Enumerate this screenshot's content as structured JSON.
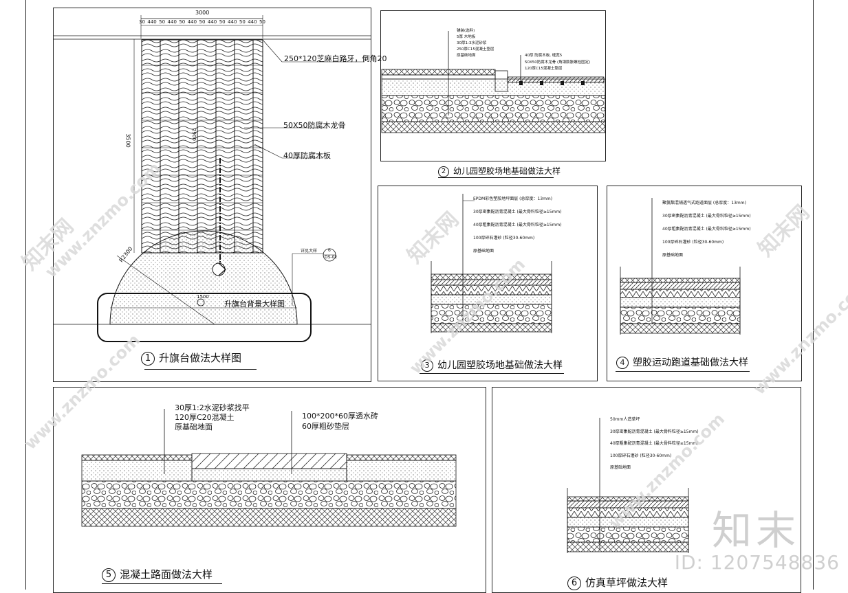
{
  "panel1": {
    "dim_top": "3000",
    "dim_segments": [
      "30",
      "440",
      "50",
      "440",
      "50",
      "440",
      "50",
      "440",
      "50",
      "440",
      "50",
      "440",
      "50"
    ],
    "dim_left": "3500",
    "dim_inner": "2900",
    "radius_label": "R2300",
    "note_curb": "250*120芝麻白路牙，倒角20",
    "note_joist": "50X50防腐木龙骨",
    "note_board": "40厚防腐木板",
    "callout_small": "详见大样",
    "ref_num": "6",
    "ref_sheet": "DS-02",
    "dim_bottom": "1500",
    "bottom_label": "升旗台背景大样图",
    "title_num": "1",
    "title": "升旗台做法大样图"
  },
  "panel2": {
    "left_layers": [
      "铺装(选料)",
      "5厚 木地板",
      "30厚1:3水泥砂浆",
      "250厚C15混凝土垫层",
      "原基础地面"
    ],
    "right_layers": [
      "40厚 防腐木板, 缝宽5",
      "50X50防腐木龙骨 (角钢膨胀螺栓固定)",
      "120厚C15混凝土垫层"
    ],
    "title_num": "2",
    "title": "幼儿园塑胶场地基础做法大样"
  },
  "panel3": {
    "layers": [
      "EPDM彩色塑胶地坪面层 (总厚度：13mm)",
      "30厚密集配沥青混凝土 (最大骨料粒径≥15mm)",
      "40厚粗集配沥青混凝土 (最大骨料粒径≥15mm)",
      "100厚碎石灌砂 (粒径30-60mm)",
      "原基础地面"
    ],
    "title_num": "3",
    "title": "幼儿园塑胶场地基础做法大样"
  },
  "panel4": {
    "layers": [
      "聚氨酯混铺透气式跑道面层 (总厚度：13mm)",
      "30厚密集配沥青混凝土 (最大骨料粒径≥15mm)",
      "40厚粗集配沥青混凝土 (最大骨料粒径≥15mm)",
      "100厚碎石灌砂 (粒径30-60mm)",
      "原基础地面"
    ],
    "title_num": "4",
    "title": "塑胶运动跑道基础做法大样"
  },
  "panel5": {
    "left_layers": [
      "30厚1:2水泥砂浆找平",
      "120厚C20混凝土",
      "原基础地面"
    ],
    "right_layers": [
      "100*200*60厚透水砖",
      "60厚粗砂垫层"
    ],
    "title_num": "5",
    "title": "混凝土路面做法大样"
  },
  "panel6": {
    "layers": [
      "50mm人造草坪",
      "30厚密集配沥青混凝土 (最大骨料粒径≥15mm)",
      "40厚粗集配沥青混凝土 (最大骨料粒径≥15mm)",
      "100厚碎石灌砂 (粒径30-60mm)",
      "原基础地面"
    ],
    "title_num": "6",
    "title": "仿真草坪做法大样"
  },
  "watermark": {
    "site": "www.znzmo.com",
    "brand": "知末",
    "brand_logo": "知末网",
    "id_text": "ID: 1207548836"
  }
}
